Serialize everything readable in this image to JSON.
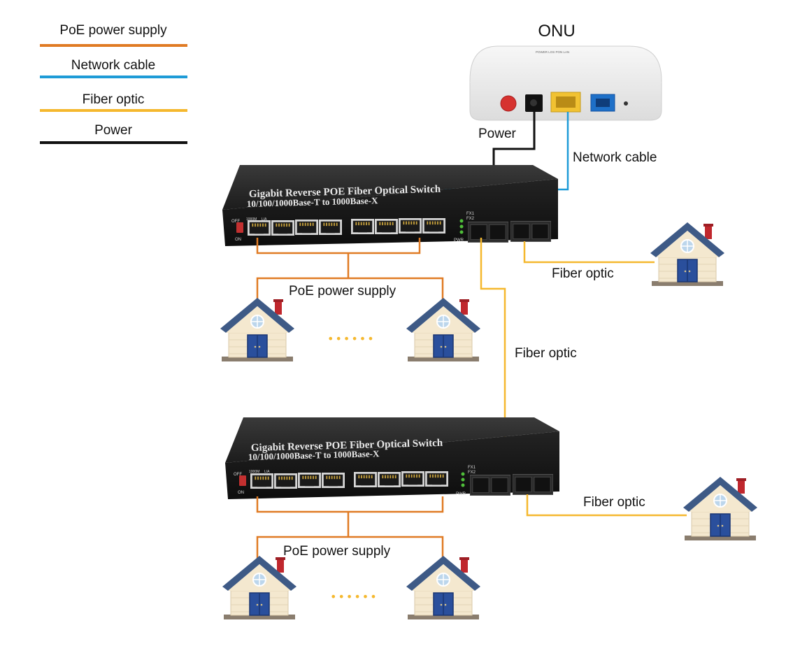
{
  "legend": {
    "items": [
      {
        "label": "PoE power supply",
        "color": "#e07b24"
      },
      {
        "label": "Network cable",
        "color": "#1e9bd7"
      },
      {
        "label": "Fiber optic",
        "color": "#f5b82e"
      },
      {
        "label": "Power",
        "color": "#111111"
      }
    ]
  },
  "onu": {
    "title": "ONU",
    "panel_text": "POWER  LOS  PON  LAN"
  },
  "labels": {
    "power": "Power",
    "network_cable": "Network cable",
    "fiber_optic_right_top": "Fiber optic",
    "fiber_optic_middle": "Fiber optic",
    "fiber_optic_right_bottom": "Fiber optic",
    "poe_top": "PoE power supply",
    "poe_bottom": "PoE power supply"
  },
  "switches": [
    {
      "title_line1": "Gigabit Reverse POE Fiber Optical Switch",
      "title_line2": "10/100/1000Base-T to 1000Base-X",
      "off": "OFF",
      "on": "ON",
      "fx1": "FX1",
      "fx2": "FX2",
      "pwr": "PWR",
      "port_speed": "1000M",
      "port_link": "L/A"
    },
    {
      "title_line1": "Gigabit Reverse POE Fiber Optical Switch",
      "title_line2": "10/100/1000Base-T to 1000Base-X",
      "off": "OFF",
      "on": "ON",
      "fx1": "FX1",
      "fx2": "FX2",
      "pwr": "PWR",
      "port_speed": "1000M",
      "port_link": "L/A"
    }
  ],
  "ellipsis": "••••••",
  "colors": {
    "poe": "#e07b24",
    "network": "#1e9bd7",
    "fiber": "#f5b82e",
    "power": "#111111",
    "roof": "#3e5a86",
    "wall": "#f3e6cc",
    "door": "#2a4f9c",
    "chimney": "#c0272d"
  }
}
